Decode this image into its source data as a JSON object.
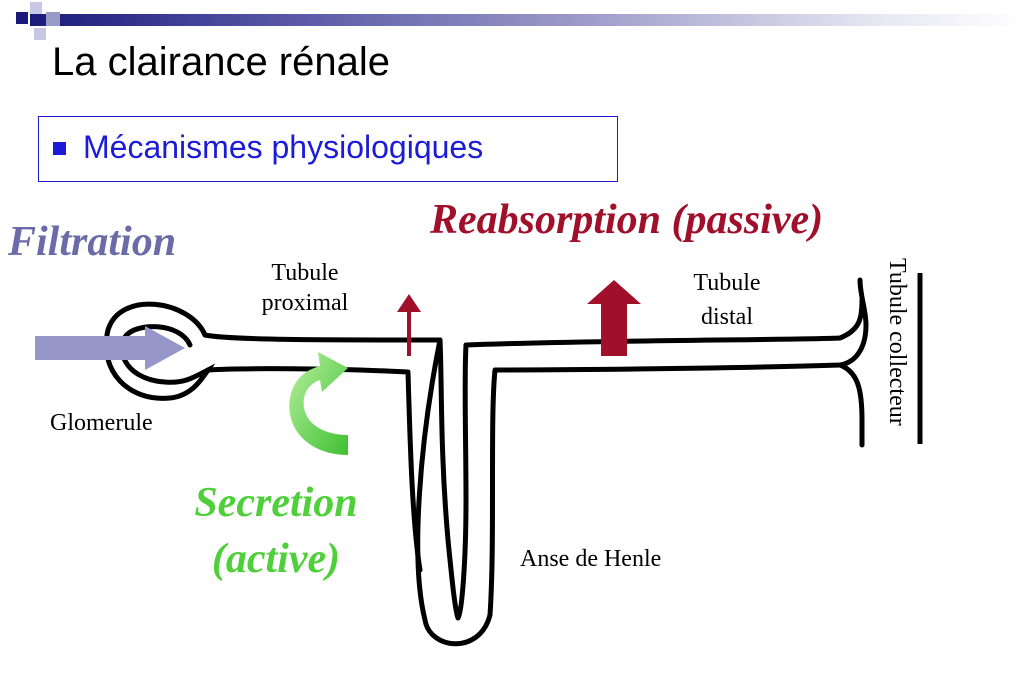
{
  "header": {
    "title": "La clairance rénale",
    "bullet": "Mécanismes physiologiques"
  },
  "diagram": {
    "filtration": "Filtration",
    "reabsorption": "Reabsorption (passive)",
    "secretion_line1": "Secretion",
    "secretion_line2": "(active)",
    "tubule_proximal_line1": "Tubule",
    "tubule_proximal_line2": "proximal",
    "tubule_distal_line1": "Tubule",
    "tubule_distal_line2": "distal",
    "glomerule": "Glomerule",
    "anse_de_henle": "Anse de Henle",
    "tubule_collecteur": "Tubule collecteur"
  },
  "colors": {
    "filtration": "#6b6ba8",
    "reabsorption": "#a0102a",
    "secretion": "#4fcf3a",
    "bullet": "#1c1cd8",
    "arrow_filtration": "#9696c8",
    "arrow_reabsorption": "#a0102a"
  }
}
